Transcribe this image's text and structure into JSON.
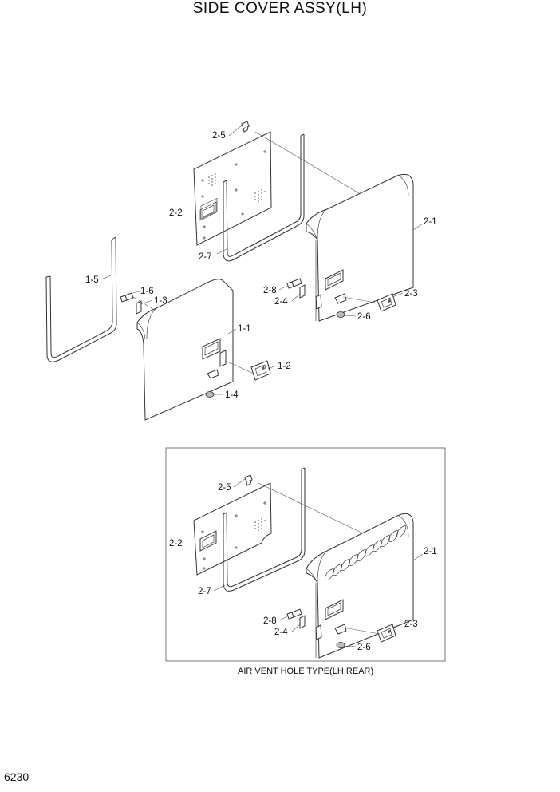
{
  "title": "SIDE COVER ASSY(LH)",
  "page_number": "6230",
  "labels": {
    "p2_5": "2-5",
    "p2_2": "2-2",
    "p2_7": "2-7",
    "p2_1": "2-1",
    "p1_5": "1-5",
    "p1_6": "1-6",
    "p1_3": "1-3",
    "p1_1": "1-1",
    "p2_8": "2-8",
    "p2_4": "2-4",
    "p2_3": "2-3",
    "p2_6": "2-6",
    "p1_2": "1-2",
    "p1_4": "1-4"
  },
  "inset": {
    "caption": "AIR VENT HOLE TYPE(LH,REAR)",
    "labels": {
      "p2_5": "2-5",
      "p2_2": "2-2",
      "p2_7": "2-7",
      "p2_1": "2-1",
      "p2_8": "2-8",
      "p2_4": "2-4",
      "p2_3": "2-3",
      "p2_6": "2-6"
    }
  }
}
